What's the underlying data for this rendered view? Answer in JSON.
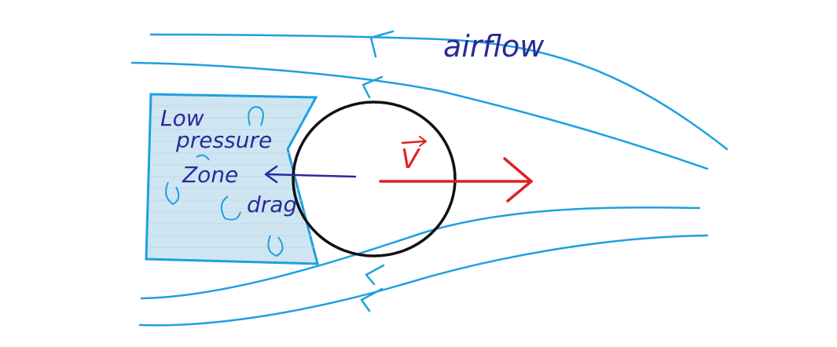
{
  "labels": {
    "airflow": "airflow",
    "velocity": "V",
    "low_pressure_line1": "Low",
    "low_pressure_line2": "pressure",
    "low_pressure_line3": "Zone",
    "drag": "drag"
  },
  "colors": {
    "streamline": "#1ea0e0",
    "zone_fill": "#cfe6f2",
    "zone_border": "#1ea0e0",
    "text": "#2a2a9a",
    "velocity": "#e02020",
    "body_outline": "#111111",
    "drag_arrow": "#2a2a9a"
  }
}
